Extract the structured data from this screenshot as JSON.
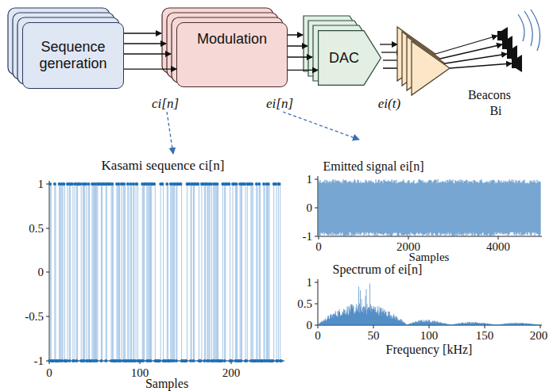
{
  "diagram": {
    "nodes": [
      {
        "text": [
          "Sequence generation"
        ]
      },
      {
        "text": [
          "Modulation"
        ]
      },
      {
        "text": [
          "DAC"
        ]
      }
    ],
    "edges": [
      {
        "from": 0,
        "to": 1,
        "arrow": "to"
      },
      {
        "from": 1,
        "to": 2,
        "arrow": "to"
      }
    ],
    "labels": [
      "ci[n]",
      "ei[n]",
      "ei(t)",
      "Beacons",
      "Bi",
      "Kasami sequence ci[n]",
      "1",
      "0.5",
      "0",
      "-0.5",
      "-1",
      "0",
      "100",
      "200",
      "Samples",
      "Emitted signal ei[n]",
      "1",
      "0",
      "-1",
      "0",
      "2000",
      "4000",
      "Samples",
      "Spectrum of ei[n]",
      "1",
      "0.5",
      "0",
      "0",
      "50",
      "100",
      "150",
      "200",
      "Frequency [kHz]"
    ]
  }
}
